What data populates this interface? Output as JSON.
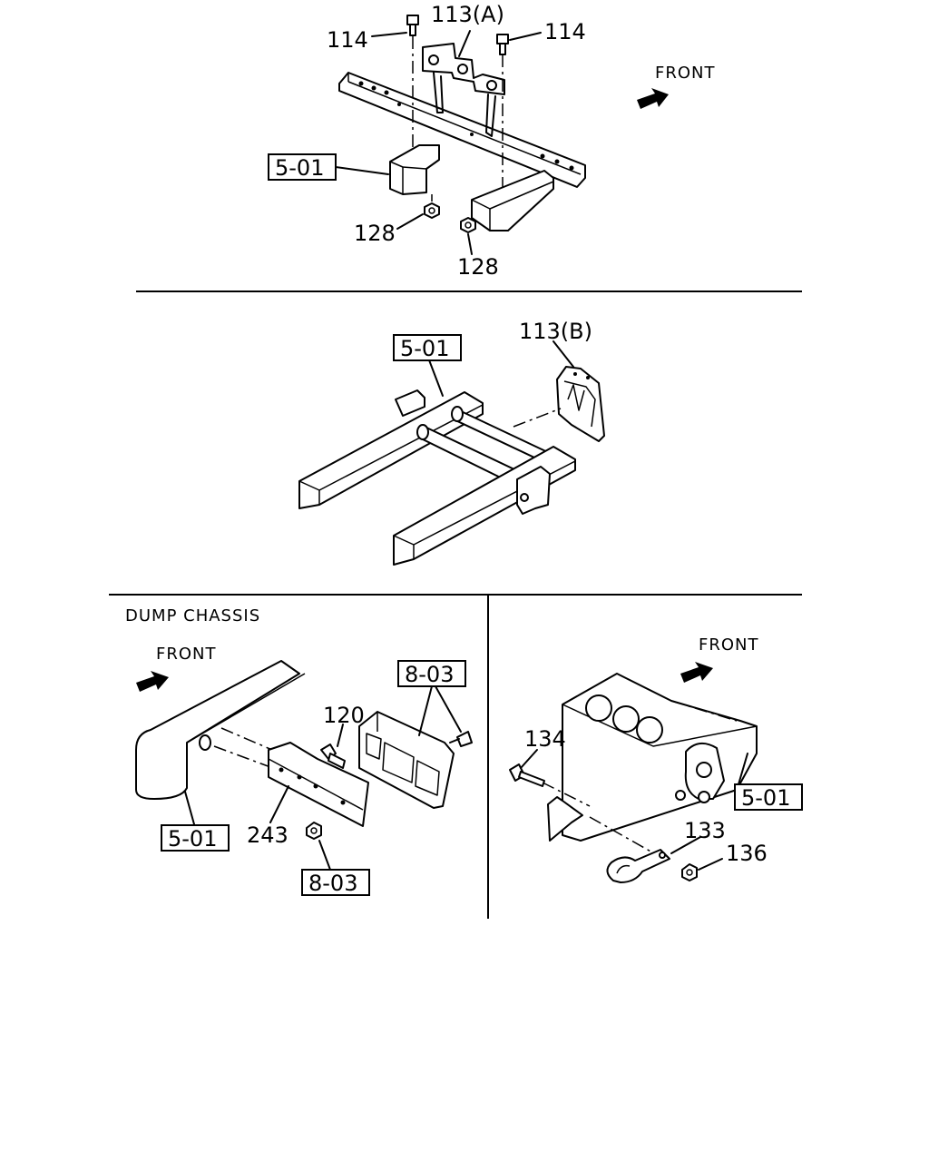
{
  "panels": {
    "top": {
      "callouts": {
        "bolt_left": "114",
        "bracket_a": "113(A)",
        "bolt_right": "114",
        "frame_ref": "5-01",
        "nut_left": "128",
        "nut_right": "128"
      },
      "direction_label": "FRONT"
    },
    "middle": {
      "callouts": {
        "frame_ref": "5-01",
        "bracket_b": "113(B)"
      }
    },
    "bottom_left": {
      "caption": "DUMP CHASSIS",
      "direction_label": "FRONT",
      "callouts": {
        "ref_top": "8-03",
        "bolt": "120",
        "bracket": "243",
        "frame_ref": "5-01",
        "ref_bottom": "8-03"
      }
    },
    "bottom_right": {
      "direction_label": "FRONT",
      "callouts": {
        "bolt": "134",
        "hook": "133",
        "nut": "136",
        "frame_ref": "5-01"
      }
    }
  }
}
